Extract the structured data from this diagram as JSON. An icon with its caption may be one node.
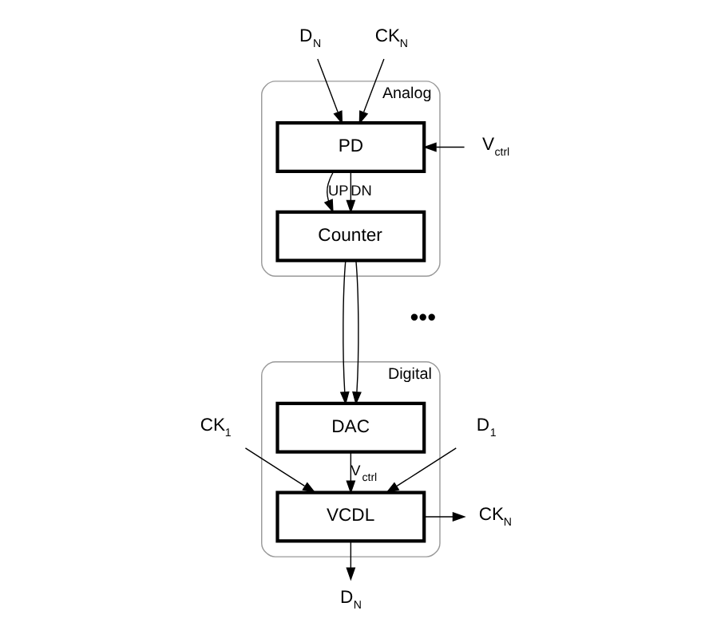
{
  "diagram": {
    "nodes": [
      {
        "text": [
          "Analog"
        ]
      },
      {
        "text": [
          "PD"
        ],
        "in": 0
      },
      {
        "text": [
          "Counter"
        ],
        "in": 0
      },
      {
        "text": [
          "Digital"
        ]
      },
      {
        "text": [
          "DAC"
        ],
        "in": 3
      },
      {
        "text": [
          "VCDL"
        ],
        "in": 3
      },
      {
        "text": [
          "D$_{N}$"
        ]
      },
      {
        "text": [
          "CK$_{N}$"
        ]
      },
      {
        "text": [
          "V$_{ctrl}$"
        ]
      },
      {
        "text": [
          "CK$_{1}$"
        ]
      },
      {
        "text": [
          "D$_{1}$"
        ]
      },
      {
        "text": [
          "CK$_{N}$"
        ]
      },
      {
        "text": [
          "D$_{N}$"
        ]
      }
    ],
    "edges": [
      {
        "from": 6,
        "to": 1,
        "arrow": "to"
      },
      {
        "from": 7,
        "to": 1,
        "arrow": "to"
      },
      {
        "from": 8,
        "to": 1,
        "arrow": "to"
      },
      {
        "from": 1,
        "to": 2,
        "arrow": "to",
        "label": "UP"
      },
      {
        "from": 1,
        "to": 2,
        "arrow": "to",
        "label": "DN"
      },
      {
        "from": 2,
        "to": 4,
        "arrow": "to"
      },
      {
        "from": 2,
        "to": 4,
        "arrow": "to"
      },
      {
        "from": 4,
        "to": 5,
        "arrow": "to",
        "label": "V$_{ctrl}$"
      },
      {
        "from": 9,
        "to": 5,
        "arrow": "to"
      },
      {
        "from": 10,
        "to": 5,
        "arrow": "to"
      },
      {
        "from": 5,
        "to": 11,
        "arrow": "to"
      },
      {
        "from": 5,
        "to": 12,
        "arrow": "to"
      }
    ],
    "labels": [
      "•••"
    ]
  }
}
